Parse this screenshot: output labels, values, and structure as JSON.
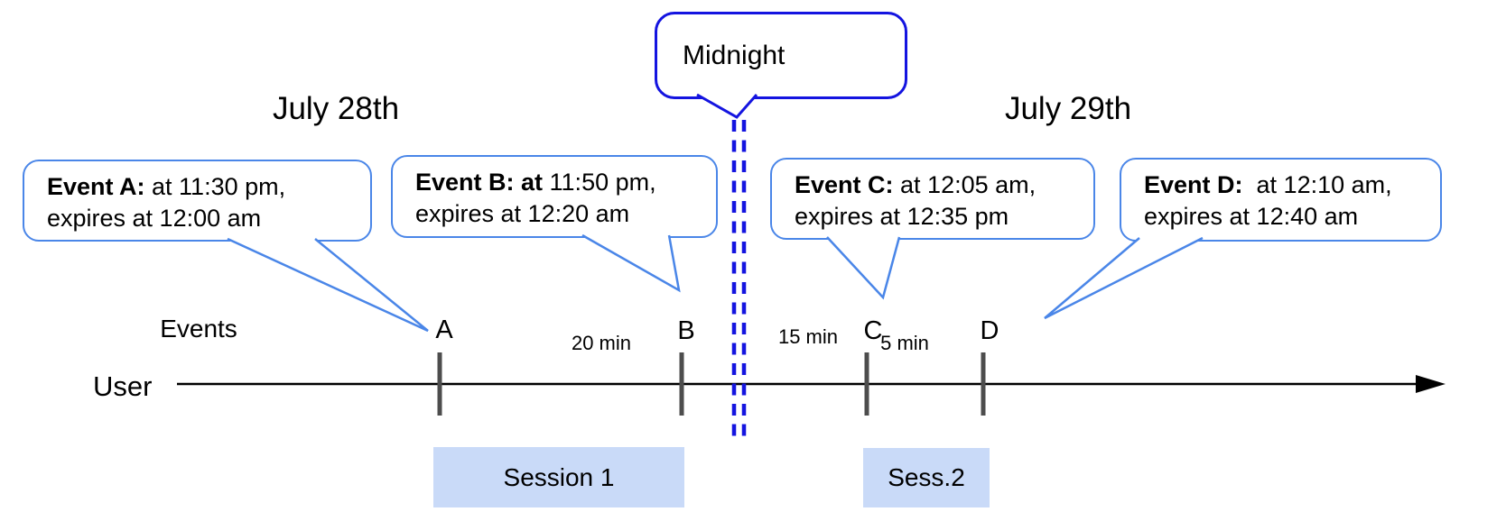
{
  "dates": {
    "left": "July 28th",
    "right": "July 29th"
  },
  "midnight": {
    "label": "Midnight"
  },
  "events": [
    {
      "id": "A",
      "bold": "Event A:",
      "line1_rest": " at 11:30 pm,",
      "line2": "expires at 12:00 am",
      "tick_label": "A"
    },
    {
      "id": "B",
      "bold": "Event B: at",
      "line1_rest": " 11:50 pm,",
      "line2": "expires at 12:20 am",
      "tick_label": "B"
    },
    {
      "id": "C",
      "bold": "Event C:",
      "line1_rest": " at 12:05 am,",
      "line2": "expires at 12:35 pm",
      "tick_label": "C"
    },
    {
      "id": "D",
      "bold": "Event D:",
      "line1_rest": "  at 12:10 am,",
      "line2": "expires at 12:40 am",
      "tick_label": "D"
    }
  ],
  "timeline": {
    "row_label": "Events",
    "axis_label": "User",
    "gaps": [
      {
        "label": "20 min"
      },
      {
        "label": "15 min"
      },
      {
        "label": "5 min"
      }
    ]
  },
  "sessions": [
    {
      "label": "Session 1"
    },
    {
      "label": "Sess.2"
    }
  ],
  "colors": {
    "callout_border": "#4a86e8",
    "midnight_blue": "#1414e0",
    "session_fill": "#c9daf8",
    "tick_color": "#4d4d4d",
    "axis_color": "#000000",
    "text_color": "#000000"
  }
}
